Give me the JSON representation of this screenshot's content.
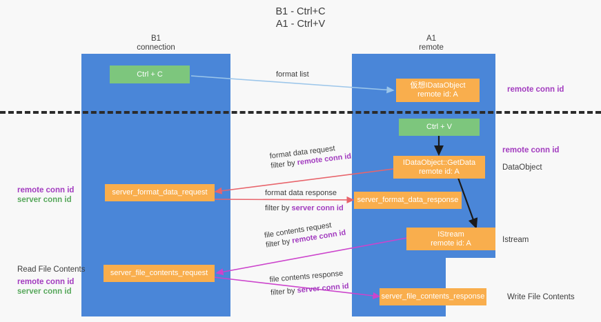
{
  "title": {
    "line1": "B1 - Ctrl+C",
    "line2": "A1 - Ctrl+V"
  },
  "columns": [
    {
      "name": "B1",
      "sub": "connection"
    },
    {
      "name": "A1",
      "sub": "remote"
    }
  ],
  "boxes": {
    "ctrl_c": "Ctrl + C",
    "ctrl_v": "Ctrl + V",
    "data_object_top_l1": "仮想IDataObject",
    "data_object_top_l2": "remote id: A",
    "get_data_l1": "IDataObject::GetData",
    "get_data_l2": "remote id: A",
    "istream_l1": "IStream",
    "istream_l2": "remote id: A",
    "server_format_data_request": "server_format_data_request",
    "server_format_data_response": "server_format_data_response",
    "server_file_contents_request": "server_file_contents_request",
    "server_file_contents_response": "server_file_contents_response"
  },
  "right_labels": {
    "remote_conn_id_top": "remote conn id",
    "remote_conn_id_mid": "remote conn id",
    "data_object": "DataObject",
    "istream": "Istream",
    "write_file_contents": "Write File Contents"
  },
  "left_labels": {
    "remote_conn_id_mid": "remote conn id",
    "server_conn_id_mid": "server conn id",
    "read_file_contents": "Read File Contents",
    "remote_conn_id_low": "remote conn id",
    "server_conn_id_low": "server conn id"
  },
  "arrow_labels": {
    "format_list": "format list",
    "format_data_request": "format data request",
    "format_data_filter_prefix": "filter by ",
    "format_data_filter_value": "remote conn id",
    "format_data_response": "format data response",
    "format_data_resp_filter_prefix": "filter by ",
    "format_data_resp_filter_value": "server conn id",
    "file_contents_request": "file contents request",
    "file_contents_filter_prefix": "filter by ",
    "file_contents_filter_value": "remote conn id",
    "file_contents_response": "file contents response",
    "file_contents_resp_filter_prefix": "filter by ",
    "file_contents_resp_filter_value": "server conn id"
  },
  "colors": {
    "column_blue": "#4a86d8",
    "box_green": "#7dc67d",
    "box_orange": "#f9ae4d",
    "accent_purple": "#a23bbf",
    "accent_green": "#58a85c",
    "arrow_red": "#e8646b",
    "arrow_magenta": "#cc44cc",
    "arrow_lightblue": "#9cc6ea",
    "arrow_black": "#1a1a1a"
  }
}
